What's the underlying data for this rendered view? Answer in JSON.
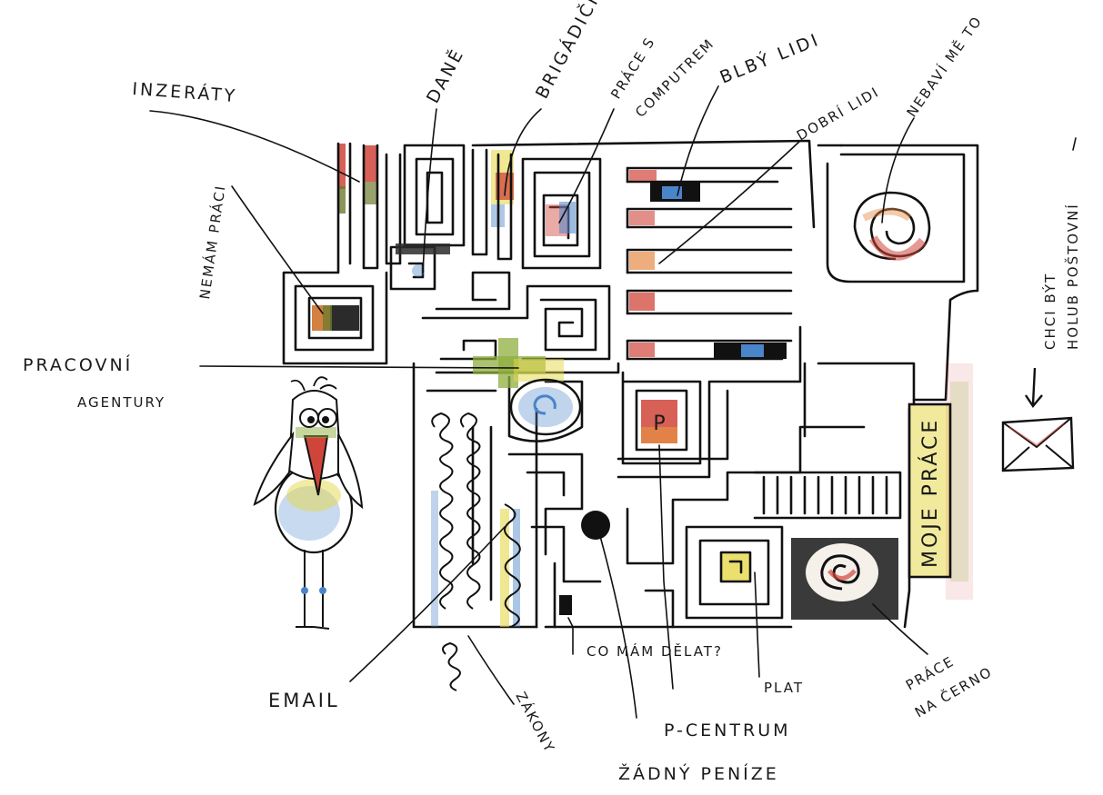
{
  "labels": {
    "inzeraty": "INZERÁTY",
    "dane": "DANĚ",
    "brigadicka": "BRIGÁDIČKA",
    "prace_s": "PRÁCE S",
    "computrem": "COMPUTREM",
    "blby_lidi": "BLBÝ LIDI",
    "dobri_lidi": "DOBRÍ LIDI",
    "nebavi_me_to": "NEBAVÍ MĚ TO",
    "nemam_praci": "NEMÁM PRÁCI",
    "pracovni": "PRACOVNÍ",
    "agentury": "AGENTURY",
    "chci_byt": "CHCI BÝT",
    "holub_postovni": "HOLUB POŠTOVNÍ",
    "moje_prace": "MOJE PRÁCE",
    "p_letter": "P",
    "email": "EMAIL",
    "zakony": "ZÁKONY",
    "co_mam_delat": "CO MÁM DĚLAT?",
    "plat": "PLAT",
    "prace": "PRÁCE",
    "na_cerno": "NA ČERNO",
    "p_centrum": "P-CENTRUM",
    "zadny_penize": "ŽÁDNÝ PENÍZE"
  },
  "colors": {
    "ink": "#111111",
    "red": "#d0453a",
    "orange": "#e58a45",
    "yellow": "#e6d84a",
    "green": "#8fae3e",
    "blue": "#4a84c9",
    "dark": "#2b2b2b"
  },
  "icons": [
    "envelope-icon",
    "bird-character",
    "spiral-icon"
  ]
}
